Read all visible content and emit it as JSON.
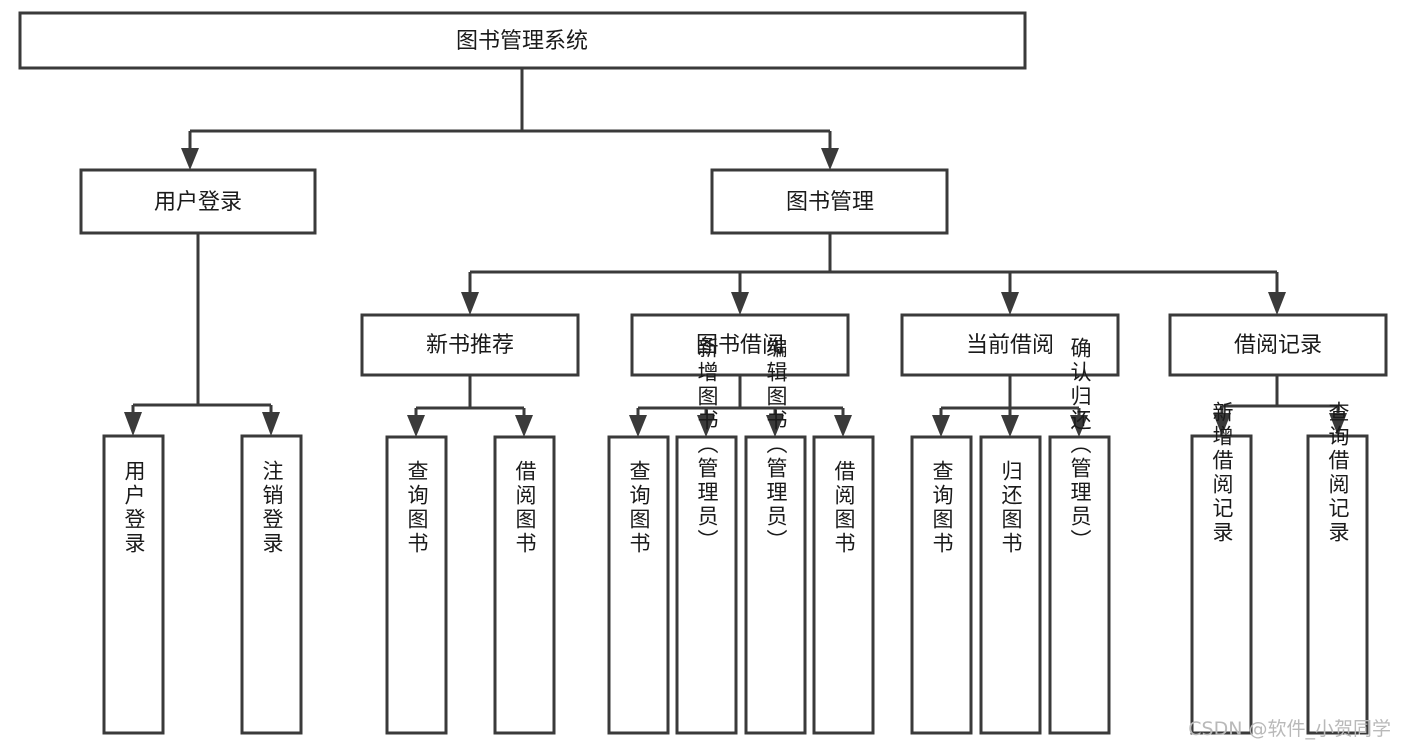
{
  "diagram": {
    "type": "tree-hierarchy-chart",
    "title": "图书管理系统",
    "orientation": "top-down",
    "line_color": "#3a3a3a",
    "box_fill": "#ffffff",
    "text_color": "#1a1a1a",
    "root": {
      "id": "root",
      "label": "图书管理系统",
      "text_orientation": "horizontal"
    },
    "level2": [
      {
        "id": "user-login",
        "label": "用户登录",
        "text_orientation": "horizontal"
      },
      {
        "id": "book-manage",
        "label": "图书管理",
        "text_orientation": "horizontal"
      }
    ],
    "level3": [
      {
        "id": "new-book-recommend",
        "label": "新书推荐",
        "text_orientation": "horizontal",
        "parent": "book-manage"
      },
      {
        "id": "book-borrow",
        "label": "图书借阅",
        "text_orientation": "horizontal",
        "parent": "book-manage"
      },
      {
        "id": "current-borrow",
        "label": "当前借阅",
        "text_orientation": "horizontal",
        "parent": "book-manage"
      },
      {
        "id": "borrow-record",
        "label": "借阅记录",
        "text_orientation": "horizontal",
        "parent": "book-manage"
      }
    ],
    "leaves": [
      {
        "id": "leaf-user-login",
        "label": "用户登录",
        "parent": "user-login",
        "text_orientation": "vertical"
      },
      {
        "id": "leaf-logout-login",
        "label": "注销登录",
        "parent": "user-login",
        "text_orientation": "vertical"
      },
      {
        "id": "leaf-query-book-1",
        "label": "查询图书",
        "parent": "new-book-recommend",
        "text_orientation": "vertical"
      },
      {
        "id": "leaf-borrow-book-1",
        "label": "借阅图书",
        "parent": "new-book-recommend",
        "text_orientation": "vertical"
      },
      {
        "id": "leaf-query-book-2",
        "label": "查询图书",
        "parent": "book-borrow",
        "text_orientation": "vertical"
      },
      {
        "id": "leaf-add-book",
        "label": "新增图书（管理员）",
        "parent": "book-borrow",
        "text_orientation": "vertical"
      },
      {
        "id": "leaf-edit-book",
        "label": "编辑图书（管理员）",
        "parent": "book-borrow",
        "text_orientation": "vertical"
      },
      {
        "id": "leaf-borrow-book-2",
        "label": "借阅图书",
        "parent": "book-borrow",
        "text_orientation": "vertical"
      },
      {
        "id": "leaf-query-book-3",
        "label": "查询图书",
        "parent": "current-borrow",
        "text_orientation": "vertical"
      },
      {
        "id": "leaf-return-book",
        "label": "归还图书",
        "parent": "current-borrow",
        "text_orientation": "vertical"
      },
      {
        "id": "leaf-confirm-return",
        "label": "确认归还（管理员）",
        "parent": "current-borrow",
        "text_orientation": "vertical"
      },
      {
        "id": "leaf-add-record",
        "label": "新增借阅记录",
        "parent": "borrow-record",
        "text_orientation": "vertical"
      },
      {
        "id": "leaf-query-record",
        "label": "查询借阅记录",
        "parent": "borrow-record",
        "text_orientation": "vertical"
      }
    ]
  },
  "watermark": {
    "text": "CSDN @软件_小贺同学",
    "color": "#b9b9b9"
  }
}
